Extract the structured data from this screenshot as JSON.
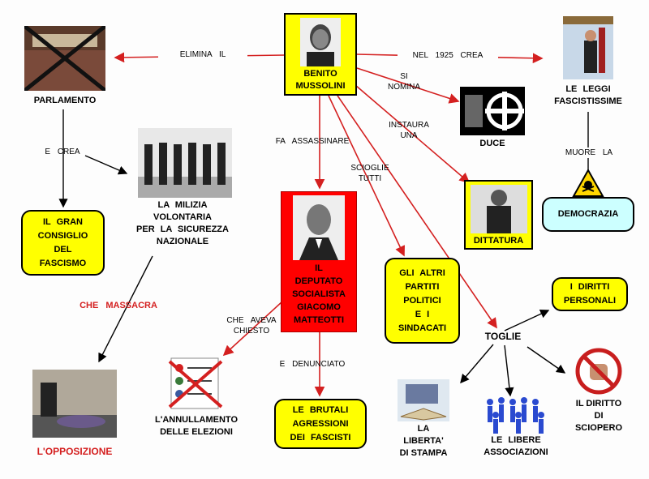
{
  "colors": {
    "edge_red": "#d42020",
    "edge_black": "#000000",
    "box_yellow": "#ffff00",
    "box_cyan": "#ccffff",
    "box_red": "#ff0000",
    "label_red": "#d42020"
  },
  "nodes": {
    "mussolini": "BENITO\nMUSSOLINI",
    "parlamento": "PARLAMENTO",
    "gran_consiglio": "IL    GRAN\nCONSIGLIO\nDEL\nFASCISMO",
    "milizia": "LA    MILIZIA\nVOLONTARIA\nPER    LA    SICUREZZA\nNAZIONALE",
    "opposizione": "L'OPPOSIZIONE",
    "annullamento": "L'ANNULLAMENTO\nDELLE     ELEZIONI",
    "matteotti": "IL\nDEPUTATO\nSOCIALISTA\nGIACOMO\nMATTEOTTI",
    "aggressioni": "LE    BRUTALI\nAGRESSIONI\nDEI    FASCISTI",
    "partiti": "GLI    ALTRI\nPARTITI\nPOLITICI\nE    I\nSINDACATI",
    "duce": "DUCE",
    "dittatura": "DITTATURA",
    "leggi": "LE    LEGGI\nFASCISTISSIME",
    "democrazia": "DEMOCRAZIA",
    "toglie": "TOGLIE",
    "diritti": "I    DIRITTI\nPERSONALI",
    "liberta": "LA\nLIBERTA'\nDI    STAMPA",
    "associazioni": "LE    LIBERE\nASSOCIAZIONI",
    "sciopero": "IL    DIRITTO\nDI\nSCIOPERO"
  },
  "edges": {
    "elimina": "ELIMINA  IL",
    "crea_1925": "NEL   1925   CREA",
    "si_nomina": "SI\nNOMINA",
    "instaura": "INSTAURA\nUNA",
    "assassinare": "FA      ASSASSINARE",
    "scioglie": "SCIOGLIE\nTUTTI",
    "e_crea": "E    CREA",
    "che_massacra": "CHE      MASSACRA",
    "che_aveva": "CHE     AVEVA\nCHIESTO",
    "denunciato": "E      DENUNCIATO",
    "muore": "MUORE      LA"
  },
  "icons": {
    "parlamento_image": "crossed-parliament-photo-icon",
    "mussolini_image": "mussolini-portrait-icon",
    "leggi_image": "fascist-poster-icon",
    "duce_image": "duce-salute-cross-icon",
    "dittatura_image": "dictator-portrait-icon",
    "democrazia_image": "skull-warning-icon",
    "milizia_image": "militia-soldiers-photo-icon",
    "matteotti_image": "matteotti-portrait-icon",
    "opposizione_image": "beaten-opposition-photo-icon",
    "annullamento_image": "crossed-ballot-list-icon",
    "liberta_image": "press-book-icon",
    "associazioni_image": "crowd-people-icon",
    "sciopero_image": "no-fist-strike-icon"
  }
}
